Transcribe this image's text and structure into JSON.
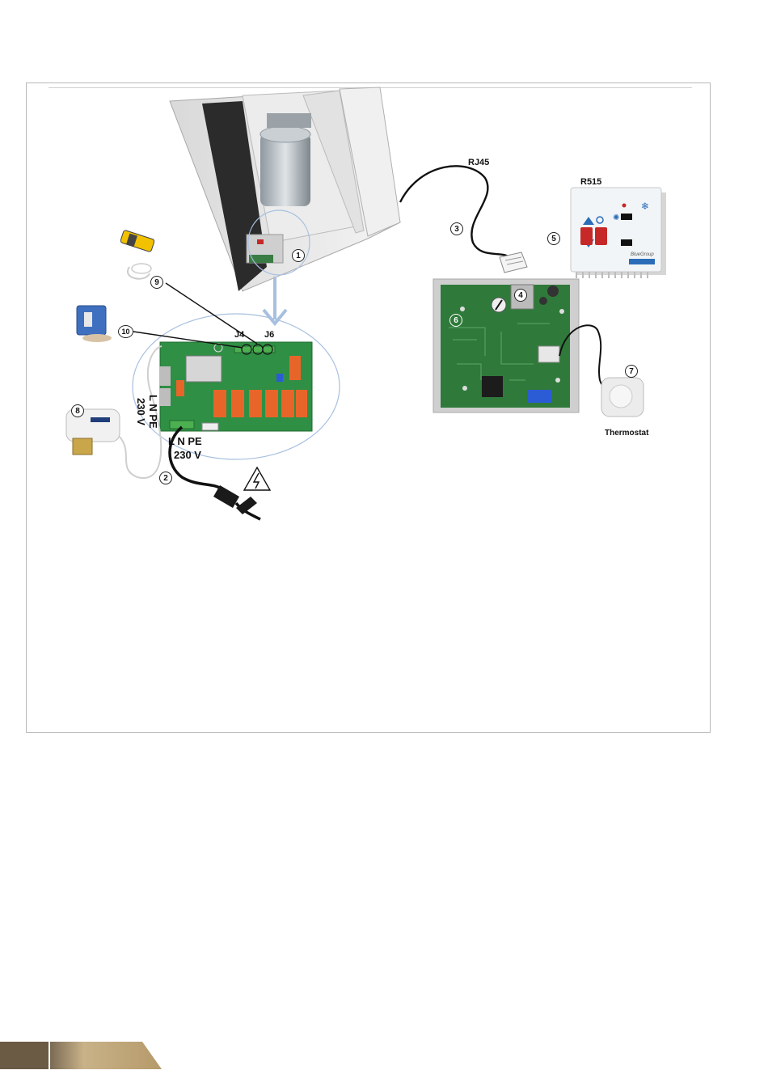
{
  "labels": {
    "rj45": "RJ45",
    "r515": "R515",
    "j4": "J4",
    "j6": "J6",
    "lnpe_vertical": "L N PE",
    "v230_vertical": "230 V",
    "lnpe_bottom": "L N PE",
    "v230_bottom": "230 V",
    "thermostat": "Thermostat"
  },
  "callouts": [
    "1",
    "2",
    "3",
    "4",
    "5",
    "6",
    "7",
    "8",
    "9",
    "10"
  ],
  "panel": {
    "brand": "BlueGroup"
  },
  "colors": {
    "frame": "#b9b9b9",
    "pcb_green": "#2f7a3a",
    "relay_orange": "#e8652a",
    "arrow_blue": "#a7c0e0",
    "footer_gold": "#c2a978",
    "footer_dark": "#6b5a44"
  }
}
